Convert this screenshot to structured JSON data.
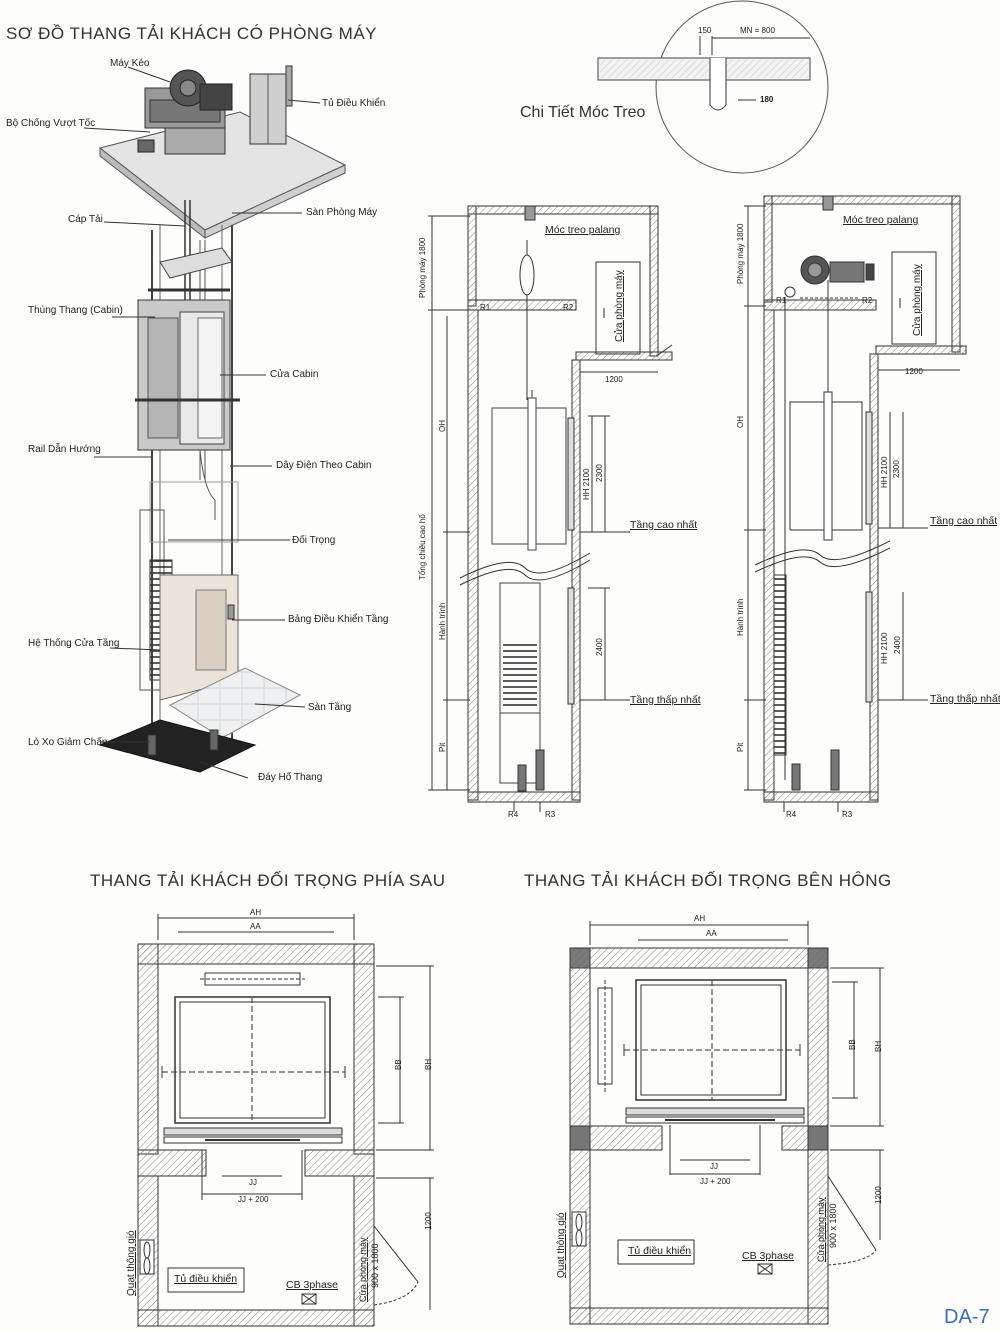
{
  "page": {
    "main_title": "SƠ ĐỒ THANG TẢI KHÁCH CÓ PHÒNG MÁY",
    "hook_title": "Chi Tiết Móc Treo",
    "page_code": "DA-7"
  },
  "hook_detail": {
    "dim_150": "150",
    "dim_mn": "MN = 800",
    "dim_180": "180"
  },
  "iso_labels": [
    {
      "id": "may-keo",
      "text": "Máy Kéo"
    },
    {
      "id": "bo-chong-vuot-toc",
      "text": "Bộ Chống Vượt Tốc"
    },
    {
      "id": "tu-dieu-khien",
      "text": "Tủ Điều Khiển"
    },
    {
      "id": "cap-tai",
      "text": "Cáp Tải"
    },
    {
      "id": "san-phong-may",
      "text": "Sàn Phòng Máy"
    },
    {
      "id": "thung-thang",
      "text": "Thùng Thang (Cabin)"
    },
    {
      "id": "cua-cabin",
      "text": "Cửa Cabin"
    },
    {
      "id": "rail-dan-huong",
      "text": "Rail Dẫn Hướng"
    },
    {
      "id": "day-dien",
      "text": "Dây Điện Theo Cabin"
    },
    {
      "id": "doi-trong",
      "text": "Đối Trọng"
    },
    {
      "id": "bang-dieu-khien",
      "text": "Bảng Điều Khiển Tầng"
    },
    {
      "id": "he-thong-cua-tang",
      "text": "Hệ Thống Cửa Tầng"
    },
    {
      "id": "san-tang",
      "text": "Sàn Tầng"
    },
    {
      "id": "lo-xo",
      "text": "Lò Xo Giảm Chấn"
    },
    {
      "id": "day-ho",
      "text": "Đáy Hố Thang"
    }
  ],
  "sections": {
    "moc_treo": "Móc treo palang",
    "cua_phong_may": "Cửa phòng máy",
    "tang_cao_nhat": "Tầng cao nhất",
    "tang_thap_nhat": "Tầng thấp nhất",
    "phong_may": "Phòng máy 1800",
    "tong_chieu_cao": "Tổng chiều cao hố",
    "oh": "OH",
    "hanh_trinh": "Hành trình",
    "pit": "Pit",
    "hh2100": "HH 2100",
    "d2300": "2300",
    "d2400": "2400",
    "d1200": "1200",
    "r1": "R1",
    "r2": "R2",
    "r3": "R3",
    "r4": "R4"
  },
  "plans": {
    "rear_title": "THANG TẢI KHÁCH ĐỐI TRỌNG PHÍA SAU",
    "side_title": "THANG TẢI KHÁCH ĐỐI TRỌNG BÊN HÔNG",
    "ah": "AH",
    "aa": "AA",
    "bb": "BB",
    "bh": "BH",
    "jj": "JJ",
    "jj200": "JJ + 200",
    "d1200": "1200",
    "quat": "Quạt thông gió",
    "tu_dieu_khien": "Tủ điều khiển",
    "cb": "CB 3phase",
    "cua_pm": "Cửa phòng máy",
    "cua_pm_size": "900 x 1800"
  },
  "colors": {
    "ink": "#222222",
    "hatch": "#8a8a8a",
    "badge": "#3a6fb0"
  }
}
